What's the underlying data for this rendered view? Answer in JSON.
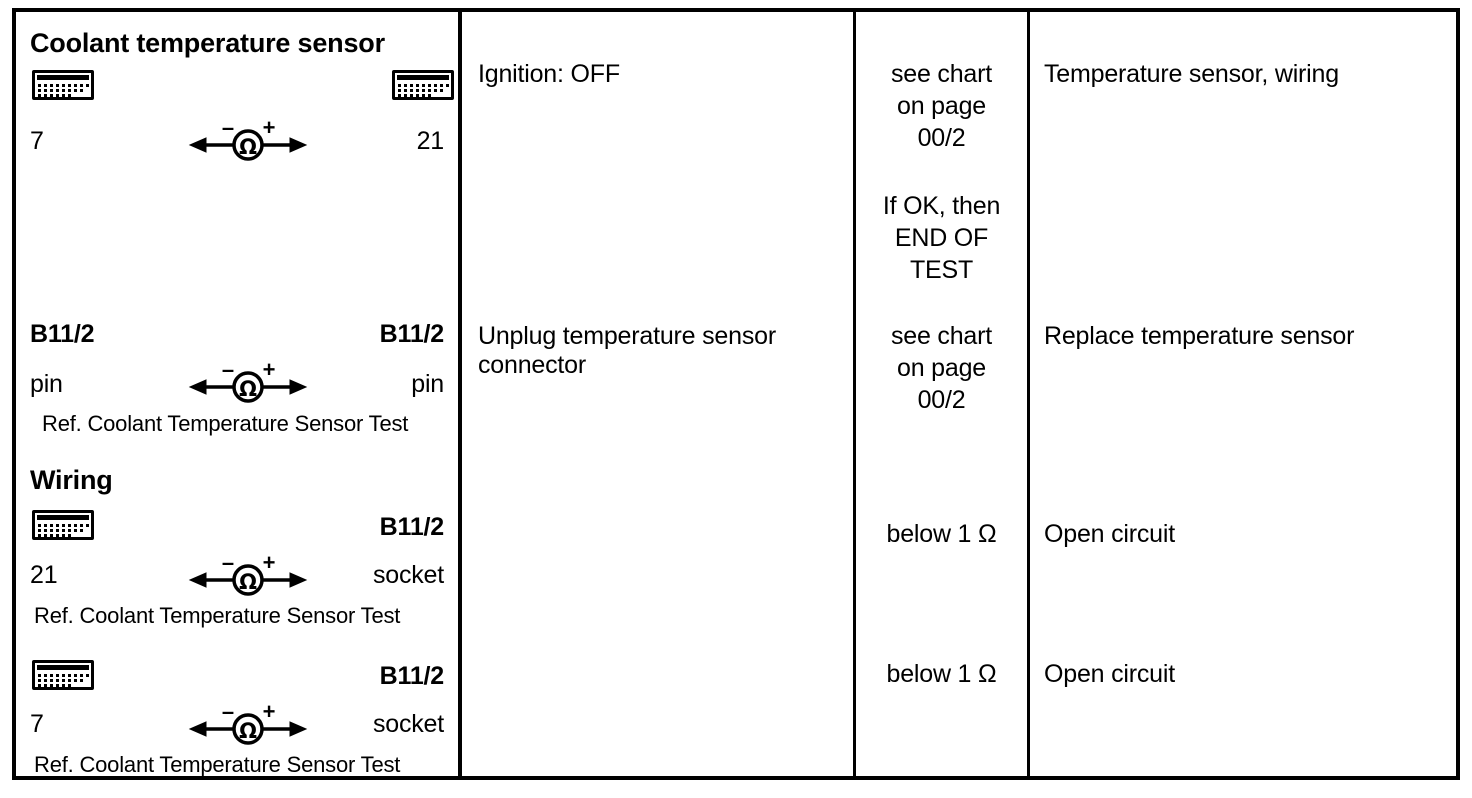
{
  "table": {
    "columns": [
      {
        "name": "test-step",
        "header": ""
      },
      {
        "name": "condition",
        "header": ""
      },
      {
        "name": "expected-result",
        "header": ""
      },
      {
        "name": "possible-cause",
        "header": ""
      }
    ],
    "rows": [
      {
        "id": "row-1",
        "test": {
          "title": "Coolant temperature sensor",
          "left_icon": "connector-icon",
          "left_label": "7",
          "meter_icon": "ohmmeter-icon",
          "meter_minus": "–",
          "meter_plus": "+",
          "meter_symbol": "Ω",
          "right_icon": "connector-icon",
          "right_label": "21",
          "note": ""
        },
        "condition": "Ignition: OFF",
        "result": [
          "see chart",
          "on page",
          "00/2"
        ],
        "result_secondary": [
          "If OK, then",
          "END OF",
          "TEST"
        ],
        "remedy": "Temperature sensor, wiring"
      },
      {
        "id": "row-2",
        "test": {
          "title": "",
          "left_icon": "",
          "left_top_label": "B11/2",
          "left_label": "pin",
          "meter_icon": "ohmmeter-icon",
          "right_icon": "",
          "right_top_label": "B11/2",
          "right_label": "pin",
          "note": "Ref. Coolant Temperature Sensor Test"
        },
        "condition": "Unplug temperature sensor connector",
        "result": [
          "see chart",
          "on page",
          "00/2"
        ],
        "result_secondary": [],
        "remedy": "Replace temperature sensor"
      },
      {
        "id": "row-3",
        "test": {
          "title": "Wiring",
          "left_icon": "connector-icon",
          "left_label": "21",
          "meter_icon": "ohmmeter-icon",
          "right_icon": "",
          "right_top_label": "B11/2",
          "right_label": "socket",
          "note": "Ref. Coolant Temperature Sensor Test"
        },
        "condition": "",
        "result": [
          "below 1 Ω"
        ],
        "result_secondary": [],
        "remedy": "Open circuit"
      },
      {
        "id": "row-4",
        "test": {
          "title": "",
          "left_icon": "connector-icon",
          "left_label": "7",
          "meter_icon": "ohmmeter-icon",
          "right_icon": "",
          "right_top_label": "B11/2",
          "right_label": "socket",
          "note": "Ref. Coolant Temperature Sensor Test"
        },
        "condition": "",
        "result": [
          "below 1 Ω"
        ],
        "result_secondary": [],
        "remedy": "Open circuit"
      }
    ]
  },
  "symbols": {
    "ohm": "Ω",
    "minus": "–",
    "plus": "+"
  },
  "colors": {
    "ink": "#000000",
    "paper": "#ffffff"
  }
}
